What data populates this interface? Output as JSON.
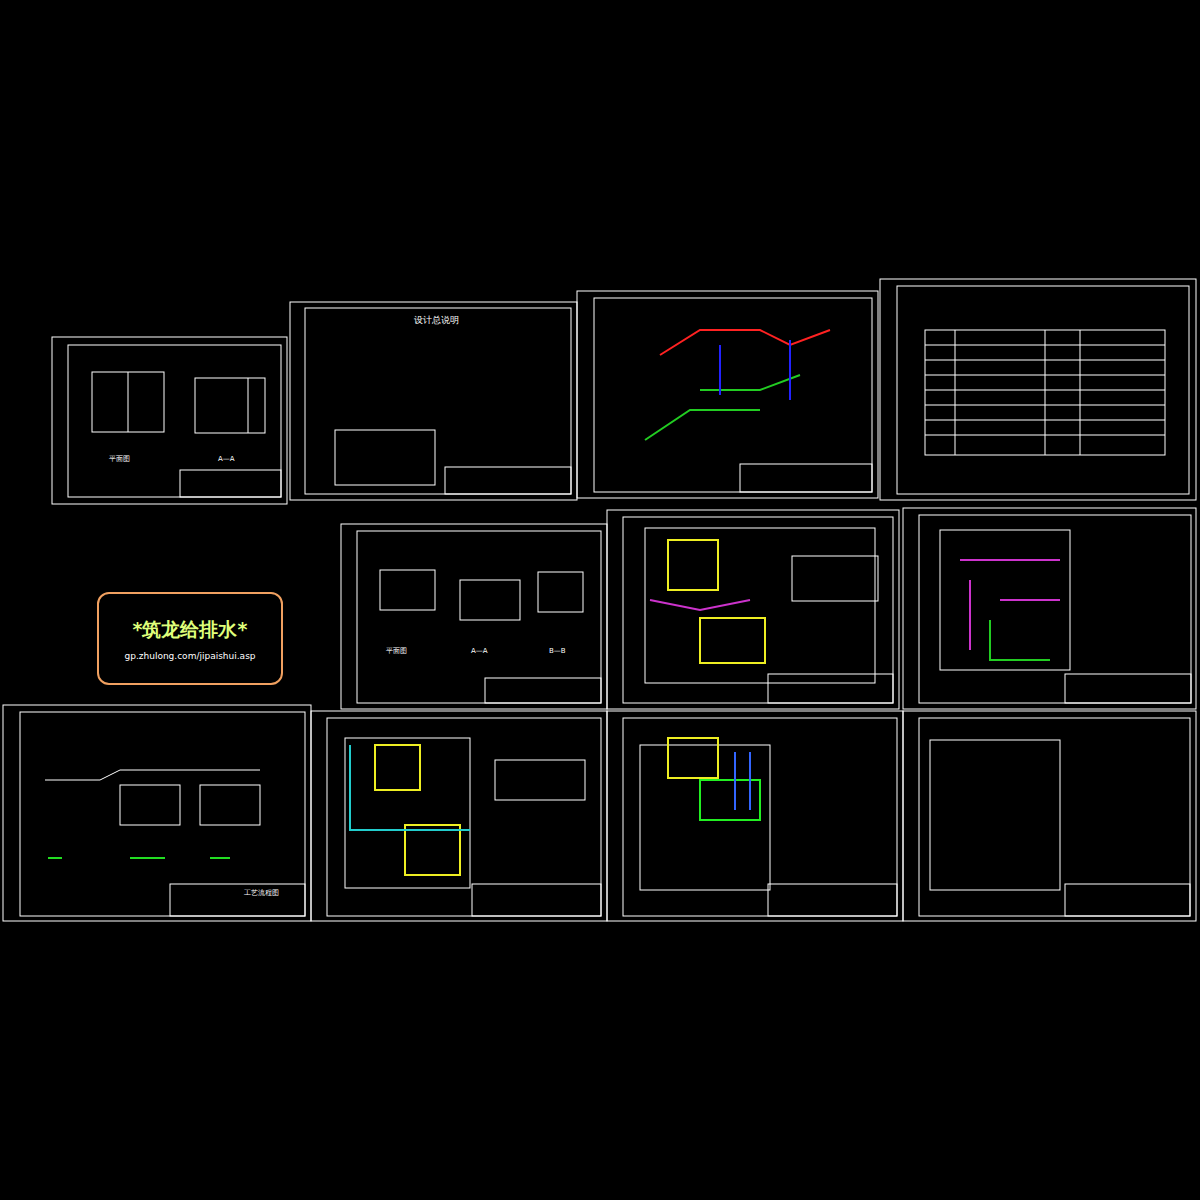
{
  "diagram": {
    "nodes": [
      {
        "text": [
          "*筑龙给排水*",
          "gp.zhulong.com/jipaishui.asp"
        ]
      }
    ],
    "labels": [
      "设计总说明",
      "平面图",
      "A—A",
      "平面图",
      "A—A",
      "B—B",
      "工艺流程图"
    ]
  }
}
